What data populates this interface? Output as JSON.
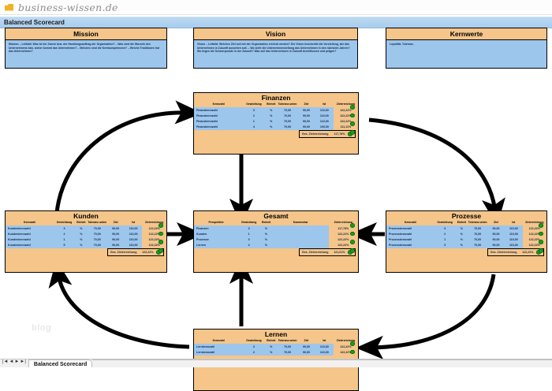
{
  "app": {
    "logo_text": "business-wissen.de",
    "window_title": "Balanced Scorecard",
    "watermark": "blog"
  },
  "panels": [
    {
      "key": "mission",
      "title": "Mission",
      "body": "Mission – Leitbild: Was ist der Zweck bzw. der Handlungsauftrag der Organisation? – Was sind die Wurzeln des Unternehmens bzw. woher kommt das Unternehmen? – Welches sind die Kernkompetenzen? – Welche Traditionen hat das Unternehmen?"
    },
    {
      "key": "vision",
      "title": "Vision",
      "body": "Vision – Leitbild: Welches Ziel soll mit der Organisation erreicht werden? Die Vision beschreibt die Vorstellung, wie das Unternehmen in Zukunft aussehen soll. – Wo sieht die Unternehmensleitung das Unternehmen in den nächsten Jahren? Wo liegen die Schwerpunkte in der Zukunft? Was soll das Unternehmen in Zukunft beeinflussen und prägen?"
    },
    {
      "key": "kernwerte",
      "title": "Kernwerte",
      "body": "Loyalität, Toleranz,"
    }
  ],
  "perspective_columns": [
    "Kennzahl",
    "Gewichtung",
    "Einheit",
    "Toleranz unten",
    "Ziel",
    "Ist",
    "Zielerreichung"
  ],
  "total_label": "Ges. Zielerreichung",
  "cards": {
    "finanzen": {
      "title": "Finanzen",
      "rows": [
        {
          "kennzahl": "Finanzkennzahl",
          "gewichtung": "3",
          "einheit": "%",
          "toleranz": "70,00",
          "ziel": "90,00",
          "ist": "110,00",
          "zielerreichung": "122,22%"
        },
        {
          "kennzahl": "Finanzkennzahl",
          "gewichtung": "2",
          "einheit": "%",
          "toleranz": "70,00",
          "ziel": "90,00",
          "ist": "110,00",
          "zielerreichung": "122,22%"
        },
        {
          "kennzahl": "Finanzkennzahl",
          "gewichtung": "1",
          "einheit": "%",
          "toleranz": "70,00",
          "ziel": "90,00",
          "ist": "110,00",
          "zielerreichung": "122,22%"
        },
        {
          "kennzahl": "Finanzkennzahl",
          "gewichtung": "4",
          "einheit": "%",
          "toleranz": "70,00",
          "ziel": "90,00",
          "ist": "100,00",
          "zielerreichung": "111,11%"
        }
      ],
      "total": "117,78%"
    },
    "kunden": {
      "title": "Kunden",
      "rows": [
        {
          "kennzahl": "Kundenkennzahl",
          "gewichtung": "3",
          "einheit": "%",
          "toleranz": "70,00",
          "ziel": "90,00",
          "ist": "110,00",
          "zielerreichung": "122,22%"
        },
        {
          "kennzahl": "Kundenkennzahl",
          "gewichtung": "2",
          "einheit": "%",
          "toleranz": "70,00",
          "ziel": "90,00",
          "ist": "110,00",
          "zielerreichung": "122,22%"
        },
        {
          "kennzahl": "Kundenkennzahl",
          "gewichtung": "1",
          "einheit": "%",
          "toleranz": "70,00",
          "ziel": "90,00",
          "ist": "110,00",
          "zielerreichung": "122,22%"
        },
        {
          "kennzahl": "Kundenkennzahl",
          "gewichtung": "5",
          "einheit": "%",
          "toleranz": "70,00",
          "ziel": "90,00",
          "ist": "110,00",
          "zielerreichung": "122,22%"
        }
      ],
      "total": "122,22%"
    },
    "prozesse": {
      "title": "Prozesse",
      "rows": [
        {
          "kennzahl": "Prozesskennzahl",
          "gewichtung": "3",
          "einheit": "%",
          "toleranz": "70,00",
          "ziel": "90,00",
          "ist": "110,00",
          "zielerreichung": "122,22%"
        },
        {
          "kennzahl": "Prozesskennzahl",
          "gewichtung": "2",
          "einheit": "%",
          "toleranz": "70,00",
          "ziel": "90,00",
          "ist": "110,00",
          "zielerreichung": "122,22%"
        },
        {
          "kennzahl": "Prozesskennzahl",
          "gewichtung": "1",
          "einheit": "%",
          "toleranz": "70,00",
          "ziel": "90,00",
          "ist": "110,00",
          "zielerreichung": "122,22%"
        },
        {
          "kennzahl": "Prozesskennzahl",
          "gewichtung": "3",
          "einheit": "%",
          "toleranz": "70,00",
          "ziel": "90,00",
          "ist": "110,00",
          "zielerreichung": "122,22%"
        }
      ],
      "total": "122,22%"
    },
    "lernen": {
      "title": "Lernen",
      "rows": [
        {
          "kennzahl": "Lernkennzahl",
          "gewichtung": "3",
          "einheit": "%",
          "toleranz": "70,00",
          "ziel": "90,00",
          "ist": "110,00",
          "zielerreichung": "122,22%"
        },
        {
          "kennzahl": "Lernkennzahl",
          "gewichtung": "2",
          "einheit": "%",
          "toleranz": "70,00",
          "ziel": "90,00",
          "ist": "110,00",
          "zielerreichung": "122,22%"
        }
      ],
      "total": ""
    },
    "gesamt": {
      "title": "Gesamt",
      "columns": [
        "Perspektive",
        "Gewichtung",
        "Einheit",
        "Kommentar",
        "Zielerreichung"
      ],
      "rows": [
        {
          "perspektive": "Finanzen",
          "gewichtung": "3",
          "einheit": "%",
          "kommentar": "",
          "zielerreichung": "117,78%"
        },
        {
          "perspektive": "Kunden",
          "gewichtung": "1",
          "einheit": "%",
          "kommentar": "",
          "zielerreichung": "122,22%"
        },
        {
          "perspektive": "Prozesse",
          "gewichtung": "3",
          "einheit": "%",
          "kommentar": "",
          "zielerreichung": "122,22%"
        },
        {
          "perspektive": "Lernen",
          "gewichtung": "4",
          "einheit": "%",
          "kommentar": "",
          "zielerreichung": "122,22%"
        }
      ],
      "total": "121,01%"
    }
  },
  "sheet_tabs": {
    "nav_first": "|◄",
    "nav_prev": "◄",
    "nav_next": "►",
    "nav_last": "►|",
    "active_tab": "Balanced Scorecard"
  },
  "colors": {
    "header_fill": "#f5c58a",
    "body_fill": "#9dc6ec",
    "status_green": "#18a018",
    "title_bar": "#a9cdec"
  }
}
